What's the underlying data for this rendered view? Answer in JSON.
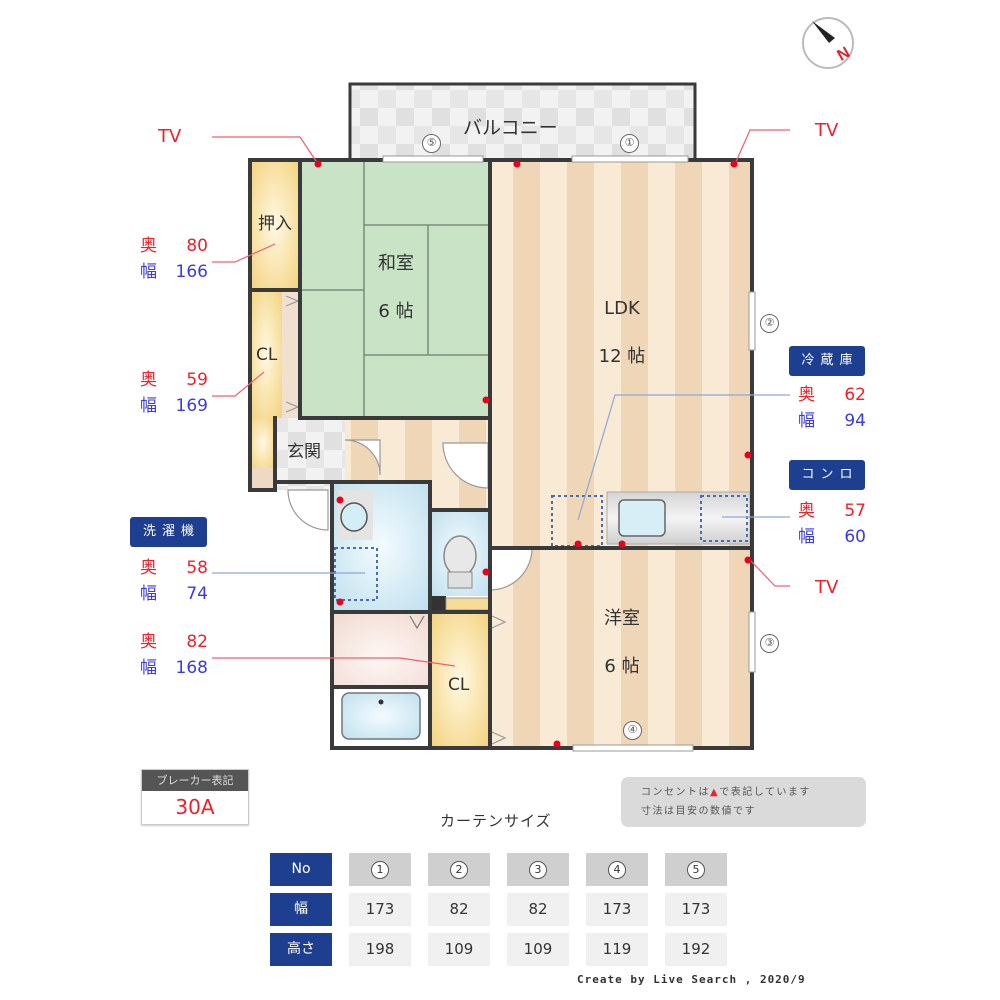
{
  "compass": {
    "label": "N",
    "icon": "compass-north-icon"
  },
  "rooms": {
    "balcony": {
      "label": "バルコニー"
    },
    "washitsu": {
      "name": "和室",
      "size": "6 帖"
    },
    "ldk": {
      "name": "LDK",
      "size": "12 帖"
    },
    "youshitsu": {
      "name": "洋室",
      "size": "6 帖"
    },
    "oshiire": {
      "label": "押入"
    },
    "cl_upper": {
      "label": "CL"
    },
    "cl_lower": {
      "label": "CL"
    },
    "genkan": {
      "label": "玄関"
    }
  },
  "windows": [
    "①",
    "②",
    "③",
    "④",
    "⑤"
  ],
  "tv_labels": [
    "TV",
    "TV",
    "TV"
  ],
  "annotations": {
    "oshiire": {
      "depth_key": "奥",
      "depth": "80",
      "width_key": "幅",
      "width": "166"
    },
    "cl_upper": {
      "depth_key": "奥",
      "depth": "59",
      "width_key": "幅",
      "width": "169"
    },
    "washer": {
      "tag": "洗濯機",
      "depth_key": "奥",
      "depth": "58",
      "width_key": "幅",
      "width": "74"
    },
    "cl_lower": {
      "depth_key": "奥",
      "depth": "82",
      "width_key": "幅",
      "width": "168"
    },
    "fridge": {
      "tag": "冷蔵庫",
      "depth_key": "奥",
      "depth": "62",
      "width_key": "幅",
      "width": "94"
    },
    "stove": {
      "tag": "コンロ",
      "depth_key": "奥",
      "depth": "57",
      "width_key": "幅",
      "width": "60"
    }
  },
  "breaker": {
    "header": "ブレーカー表記",
    "value": "30A"
  },
  "note": {
    "line1_pre": "コンセントは",
    "line1_mark": "▲",
    "line1_post": "で表記しています",
    "line2": "寸法は目安の数値です"
  },
  "curtain": {
    "title": "カーテンサイズ",
    "headers": {
      "no": "No",
      "width": "幅",
      "height": "高さ"
    },
    "columns": [
      {
        "no": "1",
        "width": "173",
        "height": "198"
      },
      {
        "no": "2",
        "width": "82",
        "height": "109"
      },
      {
        "no": "3",
        "width": "82",
        "height": "109"
      },
      {
        "no": "4",
        "width": "173",
        "height": "119"
      },
      {
        "no": "5",
        "width": "173",
        "height": "192"
      }
    ]
  },
  "credit": "Create by Live Search , 2020/9",
  "colors": {
    "wall": "#3a3a3a",
    "tatami": "#c9e3c6",
    "wood_light": "#f8ead5",
    "wood_dark": "#efd6b6",
    "closet": "#f6dc95",
    "water": "#c9e6f2",
    "outlet": "#e8001c",
    "tag_blue": "#1e3f8f"
  }
}
